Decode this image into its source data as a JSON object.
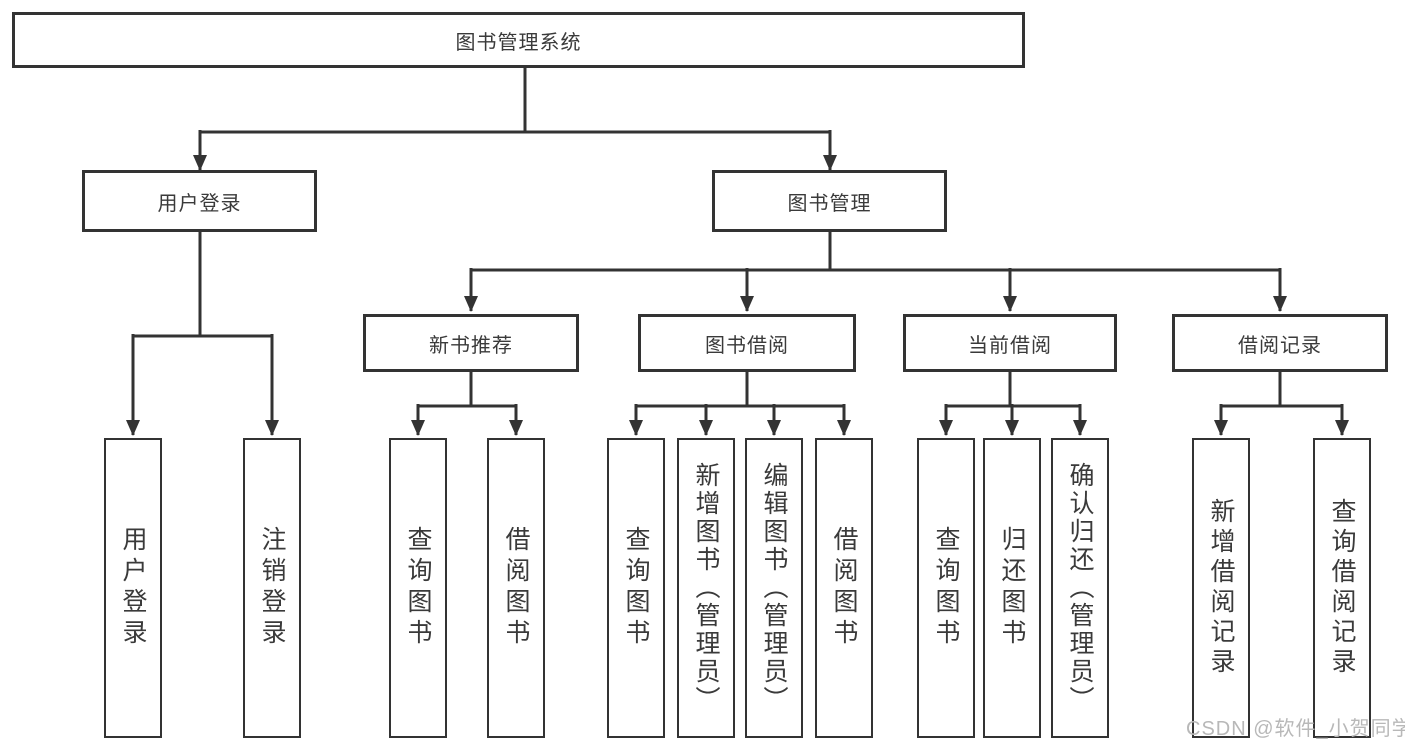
{
  "diagram": {
    "root": "图书管理系统",
    "user_login": {
      "label": "用户登录",
      "children": [
        "用户登录",
        "注销登录"
      ]
    },
    "book_mgmt": {
      "label": "图书管理",
      "sections": [
        {
          "label": "新书推荐",
          "children": [
            "查询图书",
            "借阅图书"
          ]
        },
        {
          "label": "图书借阅",
          "children": [
            "查询图书",
            "新增图书（管理员）",
            "编辑图书（管理员）",
            "借阅图书"
          ]
        },
        {
          "label": "当前借阅",
          "children": [
            "查询图书",
            "归还图书",
            "确认归还（管理员）"
          ]
        },
        {
          "label": "借阅记录",
          "children": [
            "新增借阅记录",
            "查询借阅记录"
          ]
        }
      ]
    }
  },
  "watermark": "CSDN @软件_小贺同学",
  "colors": {
    "line": "#333333",
    "text": "#3a3a3a",
    "watermark": "#b8b8b8",
    "bg": "#ffffff"
  }
}
